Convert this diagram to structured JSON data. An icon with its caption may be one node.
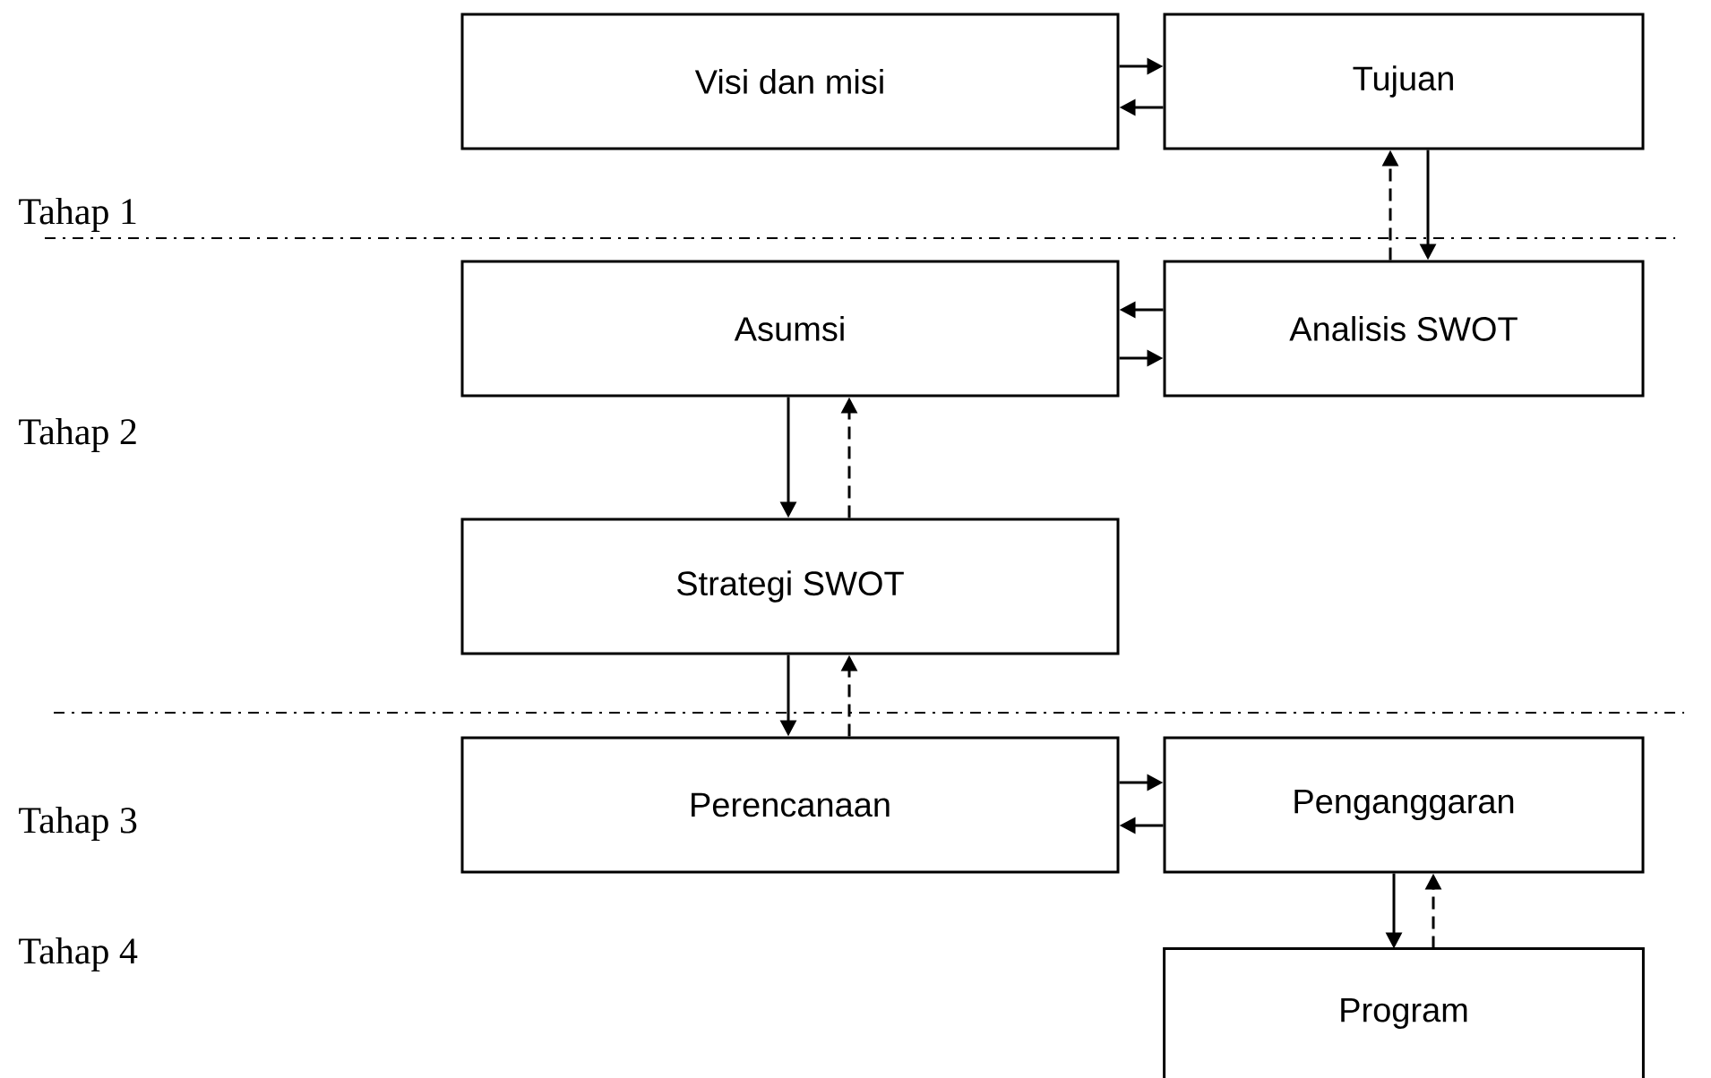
{
  "diagram": {
    "nodes": [
      {
        "text": [
          "Visi dan misi"
        ]
      },
      {
        "text": [
          "Tujuan"
        ]
      },
      {
        "text": [
          "Asumsi"
        ]
      },
      {
        "text": [
          "Analisis SWOT"
        ]
      },
      {
        "text": [
          "Strategi SWOT"
        ]
      },
      {
        "text": [
          "Perencanaan"
        ]
      },
      {
        "text": [
          "Penganggaran"
        ]
      },
      {
        "text": [
          "Program"
        ]
      }
    ],
    "edges": [
      {
        "from": 0,
        "to": 1,
        "arrow": "to"
      },
      {
        "from": 1,
        "to": 0,
        "arrow": "to"
      },
      {
        "from": 3,
        "to": 1,
        "arrow": "to",
        "style": "dashed"
      },
      {
        "from": 1,
        "to": 3,
        "arrow": "to"
      },
      {
        "from": 3,
        "to": 2,
        "arrow": "to"
      },
      {
        "from": 2,
        "to": 3,
        "arrow": "to"
      },
      {
        "from": 2,
        "to": 4,
        "arrow": "to"
      },
      {
        "from": 4,
        "to": 2,
        "arrow": "to",
        "style": "dashed"
      },
      {
        "from": 4,
        "to": 5,
        "arrow": "to"
      },
      {
        "from": 5,
        "to": 4,
        "arrow": "to",
        "style": "dashed"
      },
      {
        "from": 5,
        "to": 6,
        "arrow": "to"
      },
      {
        "from": 6,
        "to": 5,
        "arrow": "to"
      },
      {
        "from": 6,
        "to": 7,
        "arrow": "to"
      },
      {
        "from": 7,
        "to": 6,
        "arrow": "to",
        "style": "dashed"
      }
    ],
    "labels": [
      "Tahap 1",
      "Tahap 2",
      "Tahap 3",
      "Tahap 4"
    ]
  }
}
